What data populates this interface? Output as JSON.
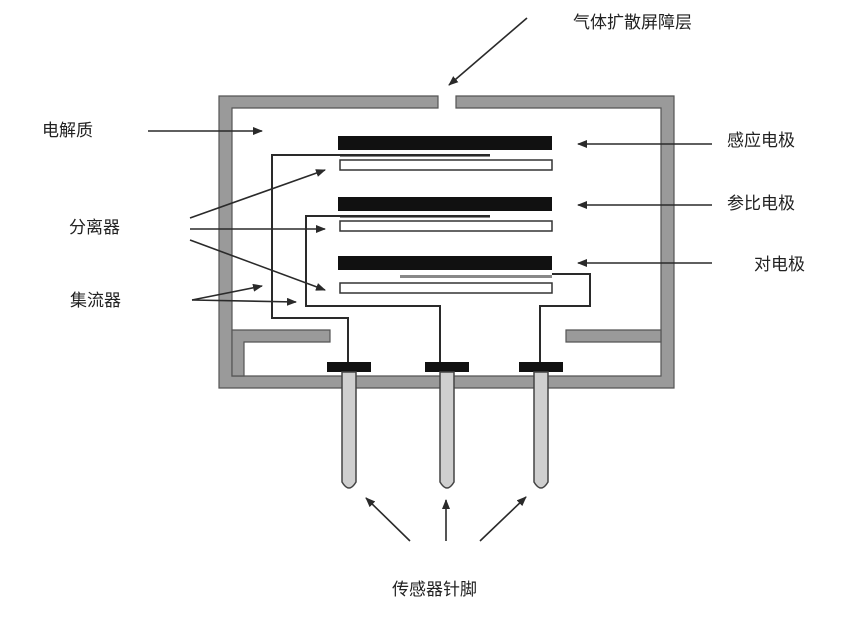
{
  "labels": {
    "gas_diffusion_barrier": "气体扩散屏障层",
    "electrolyte": "电解质",
    "separator": "分离器",
    "current_collector": "集流器",
    "sensing_electrode": "感应电极",
    "reference_electrode": "参比电极",
    "counter_electrode": "对电极",
    "sensor_pins": "传感器针脚"
  },
  "colors": {
    "housing": "#9a9a9a",
    "electrode": "#111111",
    "wire": "#2a2a2a",
    "pin_fill": "#cfcfcf",
    "background": "#ffffff"
  }
}
